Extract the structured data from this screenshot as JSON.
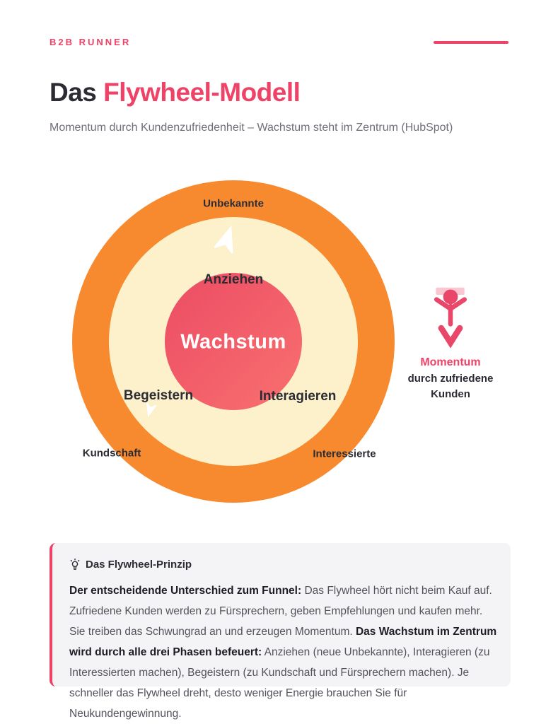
{
  "theme": {
    "accent": "#ee4266",
    "dark": "#2c2c34",
    "muted": "#6f6f78",
    "orange": "#f78a2e",
    "cream": "#fcf1ca",
    "pink1": "#ec4c64",
    "pink2": "#f8706f",
    "box_bg": "#f4f4f6",
    "body_text": "#52525b"
  },
  "brand": {
    "logo_text": "B2B RUNNER"
  },
  "header": {
    "title_prefix": "Das ",
    "title_highlight": "Flywheel-Modell",
    "subtitle": "Momentum durch Kundenzufriedenheit – Wachstum steht im Zentrum (HubSpot)"
  },
  "flywheel": {
    "center_label": "Wachstum",
    "phases": {
      "top": "Anziehen",
      "bottom_left": "Begeistern",
      "bottom_right": "Interagieren"
    },
    "audiences": {
      "top": "Unbekannte",
      "bottom_left": "Kundschaft",
      "bottom_right": "Interessierte"
    }
  },
  "momentum_annotation": {
    "icon": "cheering-person-down-arrow",
    "title": "Momentum",
    "subtext": "durch zufriedene Kunden"
  },
  "info_box": {
    "icon": "lightbulb-icon",
    "title": "Das Flywheel-Prinzip",
    "paragraph_segments": [
      {
        "text": "Der entscheidende Unterschied zum Funnel:",
        "bold": true
      },
      {
        "text": " Das Flywheel hört nicht beim Kauf auf. Zufriedene Kunden werden zu Fürsprechern, geben Empfehlungen und kaufen mehr. Sie treiben das Schwungrad an und erzeugen Momentum. ",
        "bold": false
      },
      {
        "text": "Das Wachstum im Zentrum wird durch alle drei Phasen befeuert:",
        "bold": true
      },
      {
        "text": " Anziehen (neue Unbekannte), Interagieren (zu Interessierten machen), Begeistern (zu Kundschaft und Fürsprechern machen). Je schneller das Flywheel dreht, desto weniger Energie brauchen Sie für Neukundengewinnung.",
        "bold": false
      }
    ]
  }
}
